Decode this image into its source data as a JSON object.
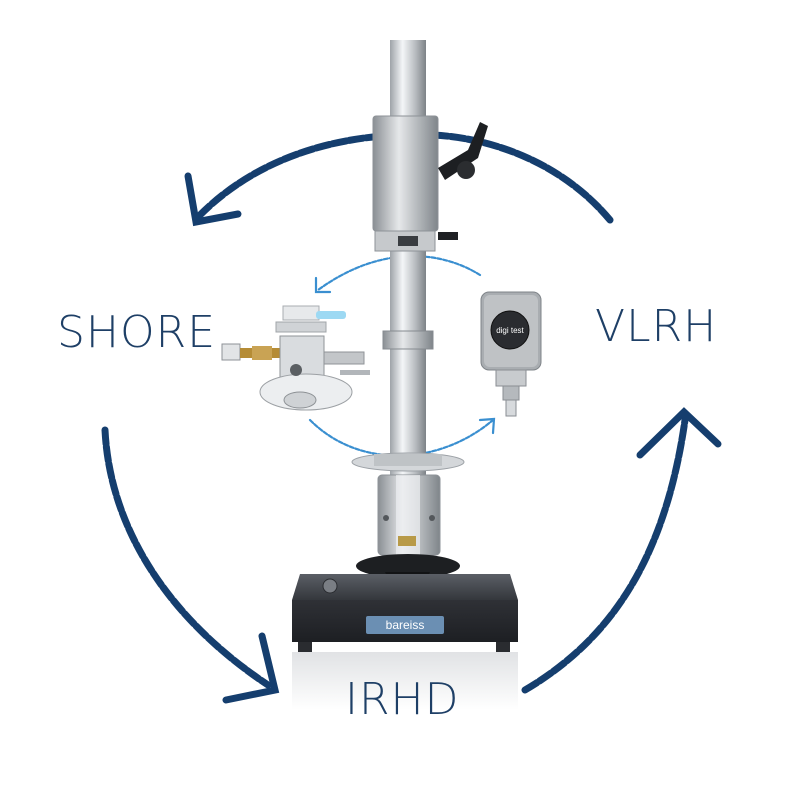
{
  "labels": {
    "shore": "SHORE",
    "vlrh": "VLRH",
    "irhd": "IRHD"
  },
  "device": {
    "gauge_brand": "digi test",
    "base_brand": "bareiss"
  },
  "colors": {
    "arrow_dark": "#153e6e",
    "arrow_light": "#3a8fd0",
    "label": "#1e3f66",
    "base": "#2b2d33"
  }
}
